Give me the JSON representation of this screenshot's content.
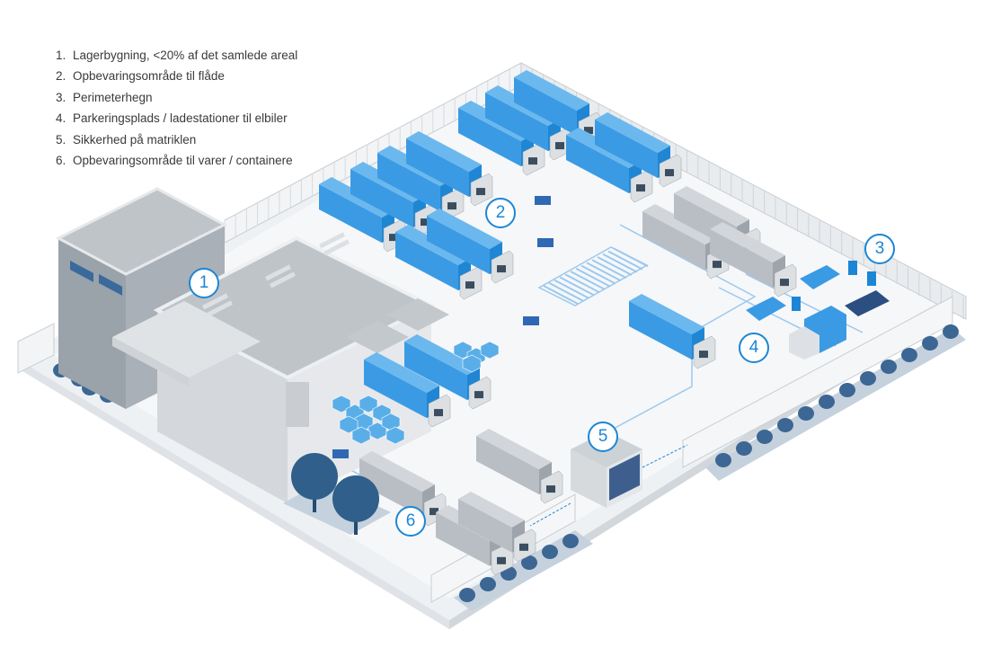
{
  "legend": {
    "items": [
      {
        "number": "1.",
        "label": "Lagerbygning, <20% af det samlede areal"
      },
      {
        "number": "2.",
        "label": "Opbevaringsområde til flåde"
      },
      {
        "number": "3.",
        "label": "Perimeterhegn"
      },
      {
        "number": "4.",
        "label": "Parkeringsplads / ladestationer til elbiler"
      },
      {
        "number": "5.",
        "label": "Sikkerhed på matriklen"
      },
      {
        "number": "6.",
        "label": "Opbevaringsområde til varer / containere"
      }
    ]
  },
  "markers": [
    {
      "id": "1",
      "area": "warehouse-building"
    },
    {
      "id": "2",
      "area": "fleet-storage"
    },
    {
      "id": "3",
      "area": "perimeter-fence"
    },
    {
      "id": "4",
      "area": "ev-parking-charging"
    },
    {
      "id": "5",
      "area": "security-gatehouse"
    },
    {
      "id": "6",
      "area": "goods-container-storage"
    }
  ],
  "colors": {
    "accent": "#1c86d6",
    "trailer_blue": "#3a9be4",
    "trailer_gray": "#b9bec4",
    "ground": "#f1f3f5",
    "roof": "#bfc4c9",
    "tree": "#2f5f8a",
    "shrub": "#3c6694"
  }
}
